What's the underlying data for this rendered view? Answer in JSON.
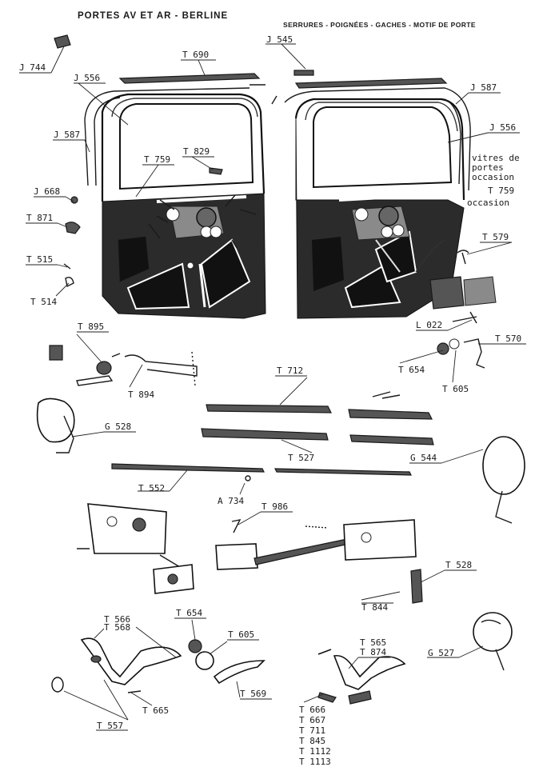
{
  "header": {
    "left_title": "PORTES AV ET AR - BERLINE",
    "right_title": "SERRURES - POIGNÉES - GACHES - MOTIF DE PORTE"
  },
  "notes": {
    "vitres_line1": "vitres de",
    "vitres_line2": "portes",
    "vitres_line3": "occasion",
    "t759_line2": "occasion"
  },
  "labels": {
    "j744": "J 744",
    "t690": "T 690",
    "j545": "J 545",
    "j556_left": "J 556",
    "j587_right": "J 587",
    "j556_right": "J 556",
    "j587_left": "J 587",
    "t829": "T 829",
    "t759_left": "T 759",
    "t759_right": "T 759",
    "j668": "J 668",
    "t871": "T 871",
    "t579": "T 579",
    "t515": "T 515",
    "t514": "T 514",
    "l022": "L 022",
    "t895": "T 895",
    "t570": "T 570",
    "t654_right": "T 654",
    "t605_right": "T 605",
    "t712": "T 712",
    "t894": "T 894",
    "g528": "G 528",
    "t527": "T 527",
    "g544": "G 544",
    "t552": "T 552",
    "a734": "A 734",
    "t986": "T 986",
    "t528": "T 528",
    "t844": "T 844",
    "t566": "T 566",
    "t568": "T 568",
    "t654_bottom": "T 654",
    "t605_bottom": "T 605",
    "t565": "T 565",
    "t874": "T 874",
    "g527": "G 527",
    "t569": "T 569",
    "t665": "T 665",
    "t557": "T 557"
  },
  "stack": [
    "T 666",
    "T 667",
    "T 711",
    "T 845",
    "T 1112",
    "T 1113"
  ]
}
